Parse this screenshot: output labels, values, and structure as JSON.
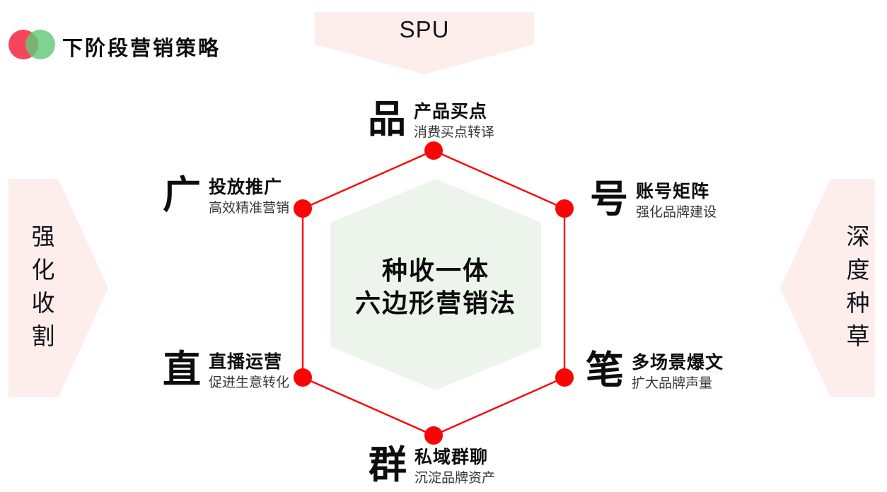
{
  "colors": {
    "accent_red": "#f90505",
    "arrow_pink": "#fdeeec",
    "hex_green": "#edf4ec",
    "logo_red": "#f9455c",
    "logo_green": "#63c876",
    "text_black": "#141414",
    "subtitle_gray": "#383838"
  },
  "header": {
    "logo_title": "下阶段营销策略"
  },
  "top_arrow": {
    "label": "SPU"
  },
  "left_arrow": {
    "label": "强化收割"
  },
  "right_arrow": {
    "label": "深度种草"
  },
  "center": {
    "line1": "种收一体",
    "line2": "六边形营销法"
  },
  "nodes": [
    {
      "char": "品",
      "title": "产品买点",
      "subtitle": "消费买点转译"
    },
    {
      "char": "广",
      "title": "投放推广",
      "subtitle": "高效精准营销"
    },
    {
      "char": "号",
      "title": "账号矩阵",
      "subtitle": "强化品牌建设"
    },
    {
      "char": "直",
      "title": "直播运营",
      "subtitle": "促进生意转化"
    },
    {
      "char": "笔",
      "title": "多场景爆文",
      "subtitle": "扩大品牌声量"
    },
    {
      "char": "群",
      "title": "私域群聊",
      "subtitle": "沉淀品牌资产"
    }
  ]
}
